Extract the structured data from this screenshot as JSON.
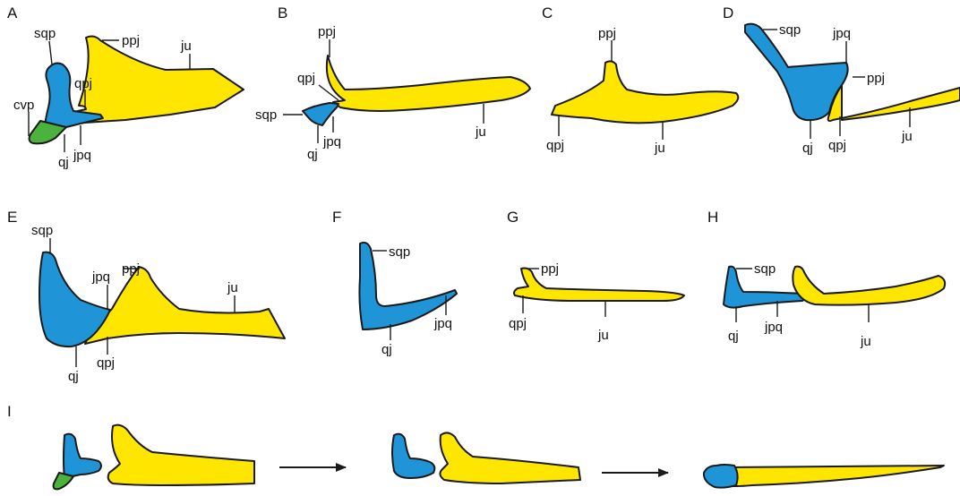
{
  "figure": {
    "colors": {
      "yellow": "#FFE600",
      "blue": "#1F95D8",
      "green": "#4CB23E",
      "outline": "#1a1a1a"
    },
    "panels": {
      "A": {
        "letter": "A",
        "labels": {
          "sqp": "sqp",
          "ppj": "ppj",
          "ju": "ju",
          "qpj": "qpj",
          "cvp": "cvp",
          "jpq": "jpq",
          "qj": "qj"
        }
      },
      "B": {
        "letter": "B",
        "labels": {
          "ppj": "ppj",
          "qpj": "qpj",
          "sqp": "sqp",
          "jpq": "jpq",
          "qj": "qj",
          "ju": "ju"
        }
      },
      "C": {
        "letter": "C",
        "labels": {
          "ppj": "ppj",
          "qpj": "qpj",
          "ju": "ju"
        }
      },
      "D": {
        "letter": "D",
        "labels": {
          "sqp": "sqp",
          "jpq": "jpq",
          "ppj": "ppj",
          "qj": "qj",
          "qpj": "qpj",
          "ju": "ju"
        }
      },
      "E": {
        "letter": "E",
        "labels": {
          "sqp": "sqp",
          "jpq": "jpq",
          "ppj": "ppj",
          "ju": "ju",
          "qj": "qj",
          "qpj": "qpj"
        }
      },
      "F": {
        "letter": "F",
        "labels": {
          "sqp": "sqp",
          "qj": "qj",
          "jpq": "jpq"
        }
      },
      "G": {
        "letter": "G",
        "labels": {
          "ppj": "ppj",
          "qpj": "qpj",
          "ju": "ju"
        }
      },
      "H": {
        "letter": "H",
        "labels": {
          "sqp": "sqp",
          "qj": "qj",
          "jpq": "jpq",
          "ju": "ju"
        }
      },
      "I": {
        "letter": "I"
      }
    }
  }
}
